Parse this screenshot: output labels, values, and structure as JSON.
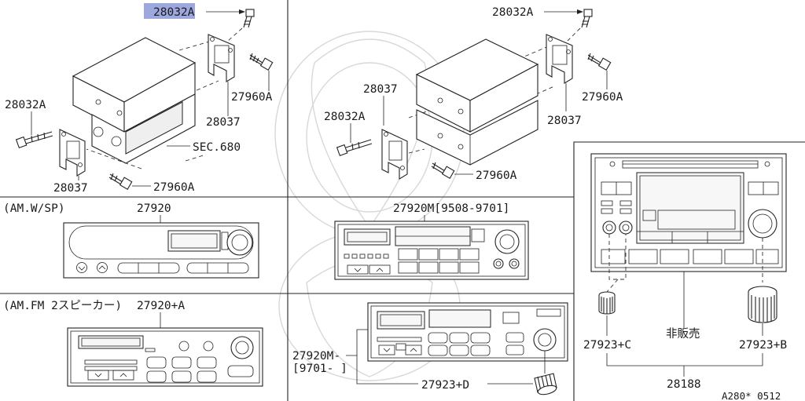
{
  "highlight_color": "#9da8df",
  "labels": {
    "top_left_screw": "28032A",
    "left_screw": "28032A",
    "bracket_a": "28037",
    "bracket_b": "28037",
    "bolt_a": "27960A",
    "bolt_b": "27960A",
    "sec": "SEC.680",
    "tr_screw": "28032A",
    "tr_screw2": "28032A",
    "tr_bracket": "28037",
    "tr_bracket2": "28037",
    "tr_bolt": "27960A",
    "tr_bolt2": "27960A",
    "am_sp_caption": "(AM.W/SP)",
    "am_sp_part": "27920",
    "am_fm_caption": "(AM.FM 2スピーカー)",
    "am_fm_part": "27920+A",
    "m1_part": "27920M[9508-9701]",
    "m2_part_a": "27920M-",
    "m2_part_b": "[9701- ]",
    "knob_d": "27923+D",
    "knob_c": "27923+C",
    "knob_b": "27923+B",
    "not_for_sale": "非販売",
    "knob_set": "28188",
    "figure_code": "A280* 0512"
  },
  "icons": {
    "screw": "screw-icon",
    "bracket": "mounting-bracket-icon",
    "knob": "knob-icon"
  }
}
